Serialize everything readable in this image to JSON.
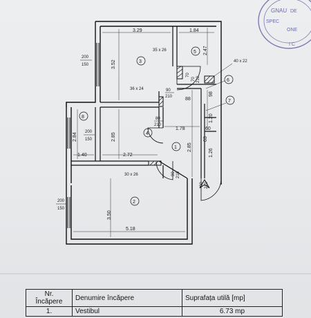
{
  "plan": {
    "north_icon": "north-arrow-icon",
    "dimensions": [
      "3.29",
      "1.84",
      "2.47",
      "3.52",
      "2.85",
      "2.84",
      "1.40",
      "2.72",
      "1.78",
      "2.85",
      "1.20",
      "1.26",
      "3.50",
      "5.18",
      "88",
      "60",
      "98",
      "63",
      "70"
    ],
    "doors": {
      "d90_210_a_top": "90",
      "d90_210_a_bot": "210",
      "d80_210_top": "80",
      "d80_210_bot": "210",
      "d90_210_b_top": "90",
      "d90_210_b_bot": "210",
      "d90_210_c_top": "90",
      "d90_210_c_bot": "210",
      "d70_210_top": "70",
      "d70_210_bot": "210"
    },
    "windows": {
      "w1_top": "200",
      "w1_bot": "150",
      "w2_top": "200",
      "w2_bot": "150",
      "w3_top": "200",
      "w3_bot": "150"
    },
    "ducts": [
      "35 x 26",
      "40 x 22",
      "36 x 24",
      "30 x 26"
    ],
    "rooms": [
      "1",
      "2",
      "3",
      "4",
      "5",
      "6",
      "7",
      "8"
    ]
  },
  "stamp": {
    "lines": [
      "GNAU",
      "DE",
      "SPEC",
      "ONE",
      "I C"
    ]
  },
  "table": {
    "headers": [
      "Nr.\nÎncăpere",
      "Denumire încăpere",
      "Suprafața utilă [mp]"
    ],
    "rows": [
      {
        "nr": "1.",
        "name": "Vestibul",
        "area": "6.73 mp"
      }
    ]
  }
}
